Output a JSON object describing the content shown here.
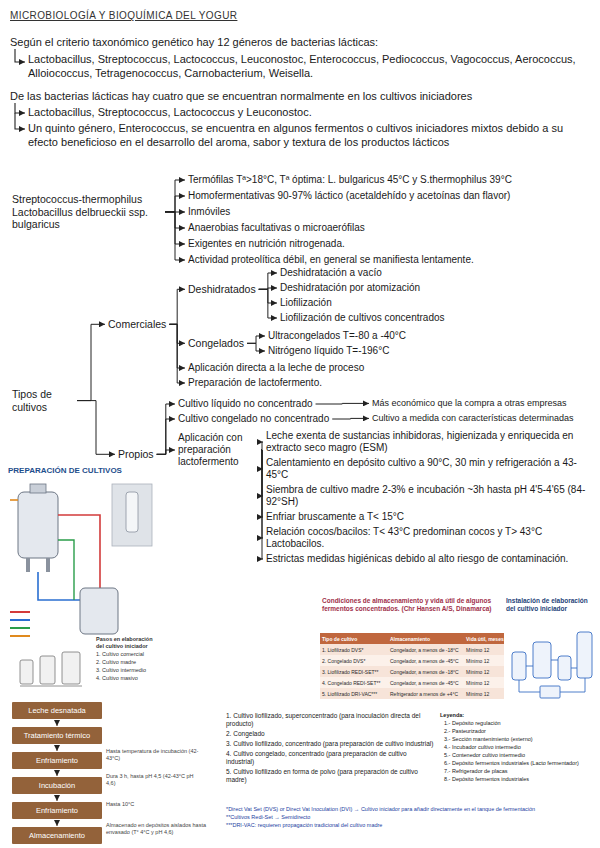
{
  "diagram": {
    "title": "MICROBIOLOGÍA Y BIOQUÍMICA DEL YOGUR",
    "nodes": [
      {
        "text": [
          "Streptococcus-thermophilus Lactobacillus delbrueckii ssp. bulgaricus"
        ]
      },
      {
        "text": [
          "Termófilas Tª>18°C, Tª óptima: L. bulgaricus 45°C y S.thermophilus 39°C"
        ]
      },
      {
        "text": [
          "Homofermentativas 90-97% láctico (acetaldehído y acetoínas dan flavor)"
        ]
      },
      {
        "text": [
          "Inmóviles"
        ]
      },
      {
        "text": [
          "Anaerobias facultativas o microaerófilas"
        ]
      },
      {
        "text": [
          "Exigentes en nutrición nitrogenada."
        ]
      },
      {
        "text": [
          "Actividad proteolítica débil, en general se manifiesta lentamente."
        ]
      },
      {
        "text": [
          "Tipos de cultivos"
        ]
      },
      {
        "text": [
          "Comerciales"
        ]
      },
      {
        "text": [
          "Deshidratados"
        ]
      },
      {
        "text": [
          "Deshidratación a vacío"
        ]
      },
      {
        "text": [
          "Deshidratación por atomización"
        ]
      },
      {
        "text": [
          "Liofilización"
        ]
      },
      {
        "text": [
          "Liofilización de cultivos concentrados"
        ]
      },
      {
        "text": [
          "Congelados"
        ]
      },
      {
        "text": [
          "Ultracongelados T=-80 a -40°C"
        ]
      },
      {
        "text": [
          "Nitrógeno líquido T=-196°C"
        ]
      },
      {
        "text": [
          "Aplicación directa a la leche de proceso"
        ]
      },
      {
        "text": [
          "Preparación de lactofermento."
        ]
      },
      {
        "text": [
          "Propios"
        ]
      },
      {
        "text": [
          "Cultivo líquido no concentrado"
        ]
      },
      {
        "text": [
          "Cultivo congelado no concentrado"
        ]
      },
      {
        "text": [
          "Más económico que la compra a otras empresas"
        ]
      },
      {
        "text": [
          "Cultivo a medida con características determinadas"
        ]
      },
      {
        "text": [
          "Aplicación con preparación lactofermento"
        ]
      },
      {
        "text": [
          "Leche exenta de sustancias inhibidoras, higienizada y enriquecida en extracto seco magro (ESM)"
        ]
      },
      {
        "text": [
          "Calentamiento en depósito cultivo a 90°C, 30 min y refrigeración a 43-45°C"
        ]
      },
      {
        "text": [
          "Siembra de cultivo madre 2-3% e incubación ~3h hasta pH 4'5-4'65 (84-92°SH)"
        ]
      },
      {
        "text": [
          "Enfriar bruscamente a T< 15°C"
        ]
      },
      {
        "text": [
          "Relación cocos/bacilos: T< 43°C predominan cocos y T> 43°C Lactobacilos."
        ]
      },
      {
        "text": [
          "Estrictas medidas higiénicas debido al alto riesgo de contaminación."
        ]
      },
      {
        "text": [
          "Leche desnatada"
        ]
      },
      {
        "text": [
          "Tratamiento térmico"
        ]
      },
      {
        "text": [
          "Enfriamiento"
        ]
      },
      {
        "text": [
          "Incubación"
        ]
      },
      {
        "text": [
          "Enfriamiento"
        ]
      },
      {
        "text": [
          "Almacenamiento"
        ]
      }
    ],
    "edges": [
      {
        "from": 0,
        "to": 1,
        "arrow": "to"
      },
      {
        "from": 0,
        "to": 2,
        "arrow": "to"
      },
      {
        "from": 0,
        "to": 3,
        "arrow": "to"
      },
      {
        "from": 0,
        "to": 4,
        "arrow": "to"
      },
      {
        "from": 0,
        "to": 5,
        "arrow": "to"
      },
      {
        "from": 0,
        "to": 6,
        "arrow": "to"
      },
      {
        "from": 7,
        "to": 8,
        "arrow": "to"
      },
      {
        "from": 7,
        "to": 19,
        "arrow": "to"
      },
      {
        "from": 8,
        "to": 9,
        "arrow": "to"
      },
      {
        "from": 8,
        "to": 14,
        "arrow": "to"
      },
      {
        "from": 8,
        "to": 17,
        "arrow": "to"
      },
      {
        "from": 8,
        "to": 18,
        "arrow": "to"
      },
      {
        "from": 9,
        "to": 10,
        "arrow": "to"
      },
      {
        "from": 9,
        "to": 11,
        "arrow": "to"
      },
      {
        "from": 9,
        "to": 12,
        "arrow": "to"
      },
      {
        "from": 9,
        "to": 13,
        "arrow": "to"
      },
      {
        "from": 14,
        "to": 15,
        "arrow": "to"
      },
      {
        "from": 14,
        "to": 16,
        "arrow": "to"
      },
      {
        "from": 19,
        "to": 20,
        "arrow": "to"
      },
      {
        "from": 19,
        "to": 21,
        "arrow": "to"
      },
      {
        "from": 19,
        "to": 24,
        "arrow": "to"
      },
      {
        "from": 20,
        "to": 22,
        "arrow": "to"
      },
      {
        "from": 21,
        "to": 23,
        "arrow": "to"
      },
      {
        "from": 24,
        "to": 25,
        "arrow": "to"
      },
      {
        "from": 24,
        "to": 26,
        "arrow": "to"
      },
      {
        "from": 24,
        "to": 27,
        "arrow": "to"
      },
      {
        "from": 24,
        "to": 28,
        "arrow": "to"
      },
      {
        "from": 24,
        "to": 29,
        "arrow": "to"
      },
      {
        "from": 24,
        "to": 30,
        "arrow": "to"
      },
      {
        "from": 31,
        "to": 32,
        "arrow": "to"
      },
      {
        "from": 32,
        "to": 33,
        "arrow": "to"
      },
      {
        "from": 33,
        "to": 34,
        "arrow": "to"
      },
      {
        "from": 34,
        "to": 35,
        "arrow": "to"
      },
      {
        "from": 35,
        "to": 36,
        "arrow": "to"
      }
    ],
    "labels": [
      "Según el criterio taxonómico genético hay 12 géneros de bacterias lácticas:",
      "Lactobacillus, Streptococcus, Lactococcus, Leuconostoc, Enterococcus, Pediococcus, Vagococcus, Aerococcus, Alloiococcus, Tetragenococcus, Carnobacterium, Weisella.",
      "De las bacterias lácticas hay cuatro que se encuentran normalmente en los cultivos iniciadores",
      "Lactobacillus, Streptococcus, Lactococcus y Leuconostoc.",
      "Un quinto género, Enterococcus, se encuentra en algunos fermentos o cultivos iniciadores mixtos debido a su efecto beneficioso en el desarrollo del aroma, sabor y textura de los productos lácticos",
      "PREPARACIÓN DE CULTIVOS",
      "Pasos en elaboración del cultivo iniciador",
      "1. Cultivo comercial",
      "2. Cultivo madre",
      "3. Cultivo intermedio",
      "4. Cultivo masivo",
      "Hasta temperatura de incubación (42-43°C)",
      "Dura 3 h, hasta pH 4,5 (42-43°C pH 4,6)",
      "Hasta 10°C",
      "Almacenado en depósitos aislados hasta envasado (T° 4°C y pH 4,6)",
      "Condiciones de almacenamiento y vida útil de algunos fermentos concentrados. (Chr Hansen A/S, Dinamarca)",
      "Tipo de cultivo",
      "Almacenamiento",
      "Vida útil, meses",
      "1. Liofilizado DVS*",
      "Congelador, a menos de -18°C",
      "Mínimo 12",
      "2. Congelado DVS*",
      "Congelador, a menos de -45°C",
      "Mínimo 12",
      "3. Liofilizado REDI-SET**",
      "Congelador, a menos de -18°C",
      "Mínimo 12",
      "4. Congelado REDI-SET**",
      "Congelador, a menos de -45°C",
      "Mínimo 12",
      "5. Liofilizado DRI-VAC***",
      "Refrigerador a menos de +4°C",
      "Mínimo 12",
      "Instalación de elaboración del cultivo iniciador",
      "Leyenda:",
      "1.- Depósito regulación",
      "2.- Pasteurizador",
      "3.- Sección mantenimiento (externo)",
      "4.- Incubador cultivo intermedio",
      "5.- Contenedor cultivo intermedio",
      "6.- Depósito fermentos industriales (Lacto fermentador)",
      "7.- Refrigerador de placas",
      "8.- Depósito fermentos industriales",
      "1. Cultivo liofilizado, superconcentrado (para inoculación directa del producto)",
      "2. Congelado",
      "3. Cultivo liofilizado, concentrado (para preparación de cultivo industrial)",
      "4. Cultivo congelado, concentrado (para preparación de cultivo industrial)",
      "5. Cultivo liofilizado en forma de polvo (para preparación de cultivo madre)",
      "*Direct Vat Set (DVS) or Direct Vat Inoculation (DVI) → Cultivo iniciador para añadir directamente en el tanque de fermentación",
      "**Cultivos Redi-Set → Semidirecto",
      "***DRI-VAC: requieren propagación tradicional del cultivo madre"
    ]
  }
}
